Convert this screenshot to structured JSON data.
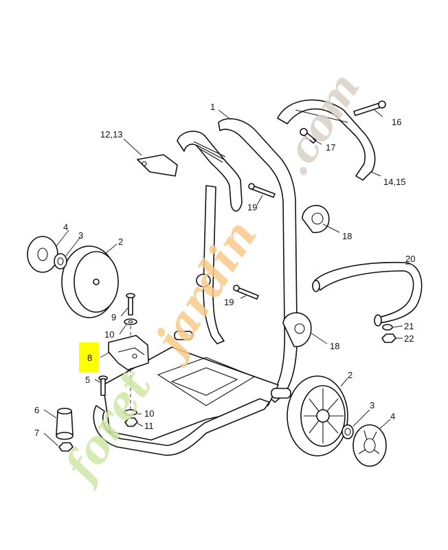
{
  "watermark": {
    "text_a": "foret",
    "text_b": "jardin",
    "text_c": ".com",
    "color_green": "#cfe8a6",
    "color_orange": "#f7c98a",
    "color_grey": "#d8d0c6"
  },
  "highlight_color": "#ffff00",
  "callouts": {
    "c1": "1",
    "c1213": "12,13",
    "c16": "16",
    "c17": "17",
    "c1415": "14,15",
    "c19a": "19",
    "c18a": "18",
    "c4a": "4",
    "c3a": "3",
    "c2a": "2",
    "c20": "20",
    "c19b": "19",
    "c9": "9",
    "c10a": "10",
    "c8": "8",
    "c21": "21",
    "c22": "22",
    "c18b": "18",
    "c5": "5",
    "c2b": "2",
    "c6": "6",
    "c10b": "10",
    "c11": "11",
    "c3b": "3",
    "c4b": "4",
    "c7": "7"
  }
}
